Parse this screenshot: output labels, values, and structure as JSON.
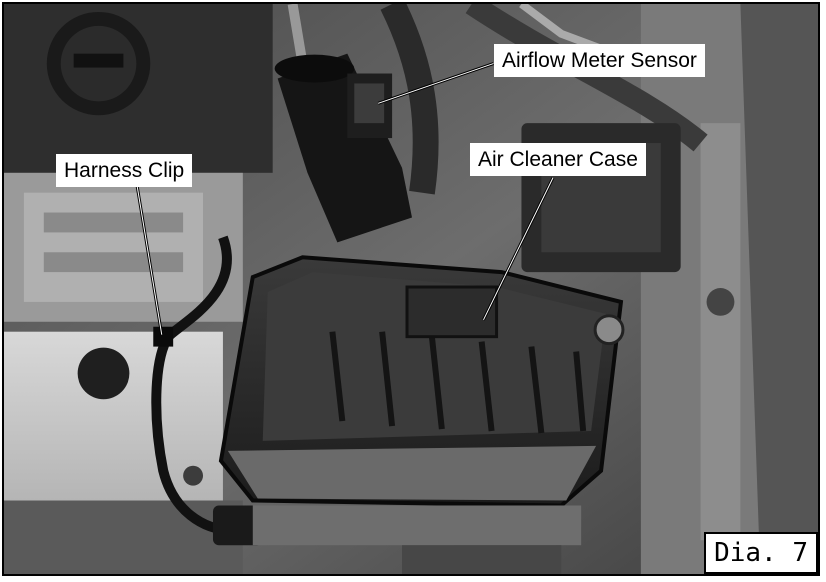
{
  "labels": {
    "airflow_meter_sensor": "Airflow Meter Sensor",
    "harness_clip": "Harness Clip",
    "air_cleaner_case": "Air Cleaner Case"
  },
  "diagram_tag": "Dia. 7"
}
